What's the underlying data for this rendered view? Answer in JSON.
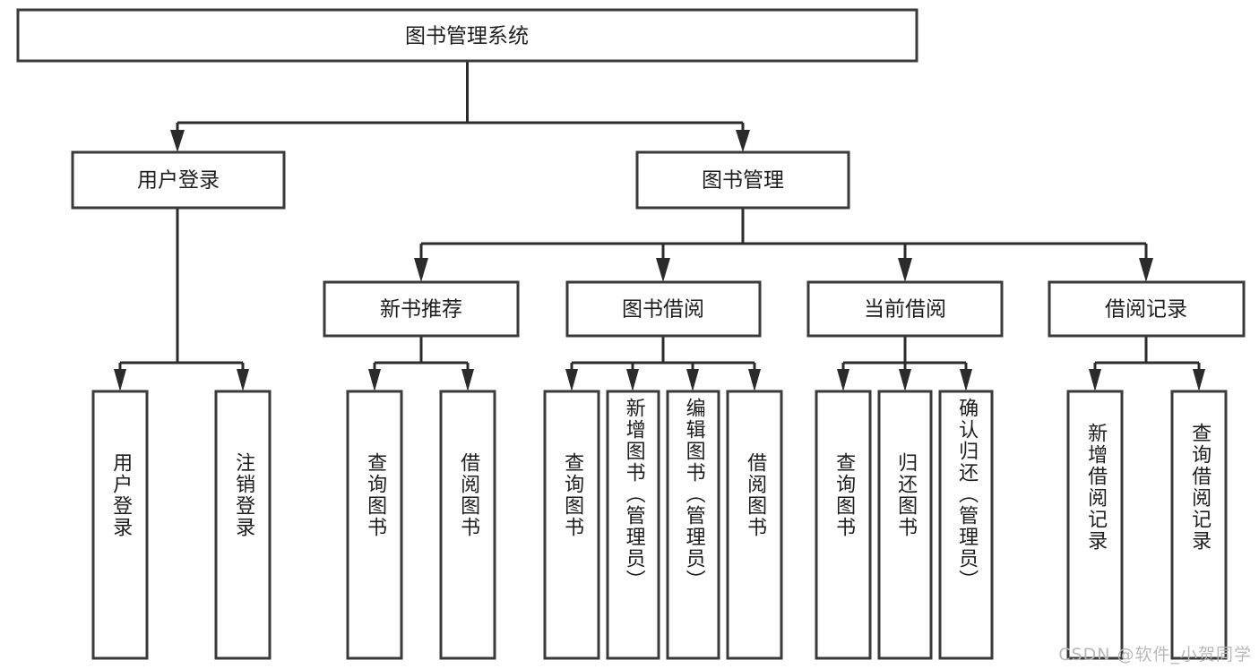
{
  "diagram": {
    "type": "tree-hierarchy",
    "title": "图书管理系统",
    "orientation": "top-down",
    "colors": {
      "box_stroke": "#3a3a3a",
      "box_fill": "#ffffff",
      "connector": "#2b2b2b",
      "text": "#1d1d1d",
      "background": "#ffffff",
      "watermark": "#b9b9b9"
    },
    "levels": {
      "root": "图书管理系统",
      "level2": [
        "用户登录",
        "图书管理"
      ],
      "level3": [
        "新书推荐",
        "图书借阅",
        "当前借阅",
        "借阅记录"
      ]
    },
    "nodes": {
      "root": {
        "label": "图书管理系统"
      },
      "user_login": {
        "label": "用户登录"
      },
      "book_manage": {
        "label": "图书管理"
      },
      "new_book_rec": {
        "label": "新书推荐"
      },
      "book_borrow": {
        "label": "图书借阅"
      },
      "current_borrow": {
        "label": "当前借阅"
      },
      "borrow_record": {
        "label": "借阅记录"
      }
    },
    "leaves": {
      "user_login": [
        {
          "label": "用户登录"
        },
        {
          "label": "注销登录"
        }
      ],
      "new_book_rec": [
        {
          "label": "查询图书"
        },
        {
          "label": "借阅图书"
        }
      ],
      "book_borrow": [
        {
          "label": "查询图书"
        },
        {
          "label": "新增图书（管理员）"
        },
        {
          "label": "编辑图书（管理员）"
        },
        {
          "label": "借阅图书"
        }
      ],
      "current_borrow": [
        {
          "label": "查询图书"
        },
        {
          "label": "归还图书"
        },
        {
          "label": "确认归还（管理员）"
        }
      ],
      "borrow_record": [
        {
          "label": "新增借阅记录"
        },
        {
          "label": "查询借阅记录"
        }
      ]
    },
    "watermark": "CSDN @软件_小贺同学"
  }
}
